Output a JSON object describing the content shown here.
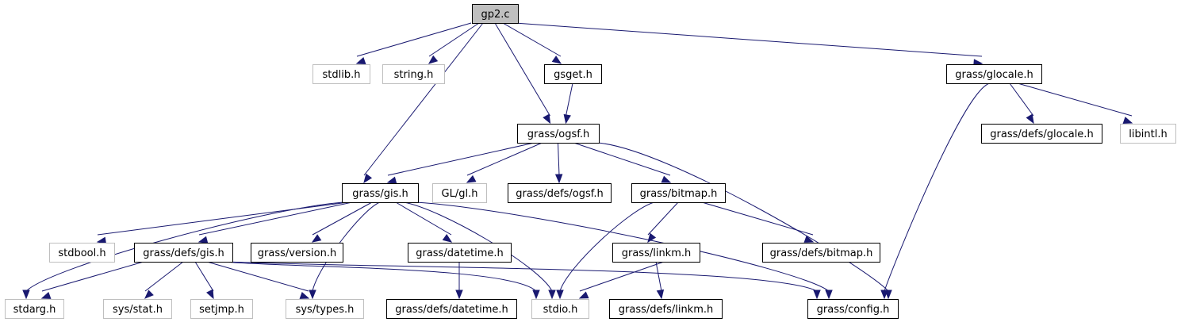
{
  "diagram": {
    "nodes": [
      {
        "id": "gp2_c",
        "label": "gp2.c",
        "kind": "root"
      },
      {
        "id": "stdlib_h",
        "label": "stdlib.h",
        "kind": "system"
      },
      {
        "id": "string_h",
        "label": "string.h",
        "kind": "system"
      },
      {
        "id": "gsget_h",
        "label": "gsget.h",
        "kind": "header"
      },
      {
        "id": "glocale_h",
        "label": "grass/glocale.h",
        "kind": "header"
      },
      {
        "id": "ogsf_h",
        "label": "grass/ogsf.h",
        "kind": "header"
      },
      {
        "id": "defs_glocale_h",
        "label": "grass/defs/glocale.h",
        "kind": "header"
      },
      {
        "id": "libintl_h",
        "label": "libintl.h",
        "kind": "system"
      },
      {
        "id": "gis_h",
        "label": "grass/gis.h",
        "kind": "header"
      },
      {
        "id": "gl_h",
        "label": "GL/gl.h",
        "kind": "system"
      },
      {
        "id": "defs_ogsf_h",
        "label": "grass/defs/ogsf.h",
        "kind": "header"
      },
      {
        "id": "bitmap_h",
        "label": "grass/bitmap.h",
        "kind": "header"
      },
      {
        "id": "stdbool_h",
        "label": "stdbool.h",
        "kind": "system"
      },
      {
        "id": "defs_gis_h",
        "label": "grass/defs/gis.h",
        "kind": "header"
      },
      {
        "id": "version_h",
        "label": "grass/version.h",
        "kind": "header"
      },
      {
        "id": "datetime_h",
        "label": "grass/datetime.h",
        "kind": "header"
      },
      {
        "id": "linkm_h",
        "label": "grass/linkm.h",
        "kind": "header"
      },
      {
        "id": "defs_bitmap_h",
        "label": "grass/defs/bitmap.h",
        "kind": "header"
      },
      {
        "id": "stdarg_h",
        "label": "stdarg.h",
        "kind": "system"
      },
      {
        "id": "sys_stat_h",
        "label": "sys/stat.h",
        "kind": "system"
      },
      {
        "id": "setjmp_h",
        "label": "setjmp.h",
        "kind": "system"
      },
      {
        "id": "sys_types_h",
        "label": "sys/types.h",
        "kind": "system"
      },
      {
        "id": "stdio_h",
        "label": "stdio.h",
        "kind": "system"
      },
      {
        "id": "defs_datetime_h",
        "label": "grass/defs/datetime.h",
        "kind": "header"
      },
      {
        "id": "defs_linkm_h",
        "label": "grass/defs/linkm.h",
        "kind": "header"
      },
      {
        "id": "config_h",
        "label": "grass/config.h",
        "kind": "header"
      }
    ],
    "edges": [
      [
        "gp2_c",
        "stdlib_h"
      ],
      [
        "gp2_c",
        "string_h"
      ],
      [
        "gp2_c",
        "gsget_h"
      ],
      [
        "gp2_c",
        "ogsf_h"
      ],
      [
        "gp2_c",
        "gis_h"
      ],
      [
        "gp2_c",
        "glocale_h"
      ],
      [
        "gsget_h",
        "ogsf_h"
      ],
      [
        "glocale_h",
        "defs_glocale_h"
      ],
      [
        "glocale_h",
        "libintl_h"
      ],
      [
        "glocale_h",
        "config_h"
      ],
      [
        "ogsf_h",
        "gis_h"
      ],
      [
        "ogsf_h",
        "gl_h"
      ],
      [
        "ogsf_h",
        "defs_ogsf_h"
      ],
      [
        "ogsf_h",
        "bitmap_h"
      ],
      [
        "ogsf_h",
        "config_h"
      ],
      [
        "gis_h",
        "stdbool_h"
      ],
      [
        "gis_h",
        "defs_gis_h"
      ],
      [
        "gis_h",
        "version_h"
      ],
      [
        "gis_h",
        "datetime_h"
      ],
      [
        "gis_h",
        "stdarg_h"
      ],
      [
        "gis_h",
        "sys_types_h"
      ],
      [
        "gis_h",
        "stdio_h"
      ],
      [
        "gis_h",
        "config_h"
      ],
      [
        "bitmap_h",
        "stdio_h"
      ],
      [
        "bitmap_h",
        "linkm_h"
      ],
      [
        "bitmap_h",
        "defs_bitmap_h"
      ],
      [
        "defs_gis_h",
        "stdarg_h"
      ],
      [
        "defs_gis_h",
        "sys_stat_h"
      ],
      [
        "defs_gis_h",
        "setjmp_h"
      ],
      [
        "defs_gis_h",
        "sys_types_h"
      ],
      [
        "defs_gis_h",
        "stdio_h"
      ],
      [
        "defs_gis_h",
        "config_h"
      ],
      [
        "datetime_h",
        "defs_datetime_h"
      ],
      [
        "linkm_h",
        "stdio_h"
      ],
      [
        "linkm_h",
        "defs_linkm_h"
      ]
    ]
  }
}
